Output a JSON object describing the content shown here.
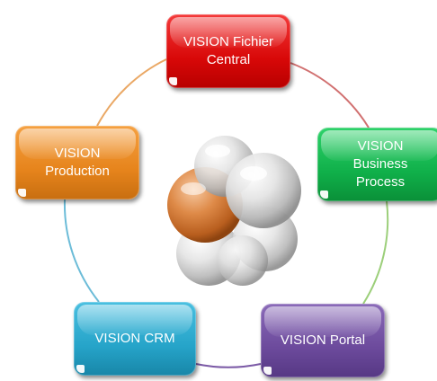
{
  "nodes": {
    "fichier_central": "VISION Fichier\nCentral",
    "business_process": "VISION\nBusiness\nProcess",
    "production": "VISION\nProduction",
    "crm": "VISION CRM",
    "portal": "VISION Portal"
  },
  "colors": {
    "fichier_central": "#d80808",
    "business_process": "#10b04a",
    "production": "#e6841c",
    "crm": "#26a4c9",
    "portal": "#6c4a9c",
    "center_accent": "#d9762c"
  },
  "center_graphic": "cluster-of-glass-spheres-icon"
}
